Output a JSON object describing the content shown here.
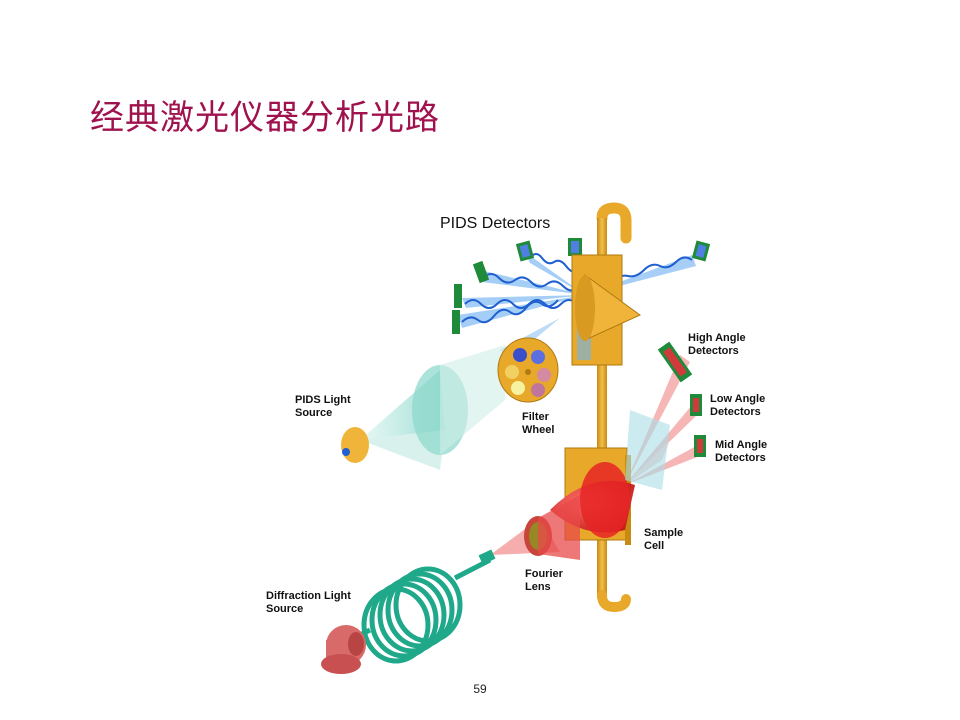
{
  "slide": {
    "title": "经典激光仪器分析光路",
    "page_number": "59"
  },
  "diagram": {
    "labels": {
      "pids_detectors": "PIDS Detectors",
      "high_angle_1": "High Angle",
      "high_angle_2": "Detectors",
      "low_angle_1": "Low Angle",
      "low_angle_2": "Detectors",
      "mid_angle_1": "Mid Angle",
      "mid_angle_2": "Detectors",
      "pids_light_1": "PIDS Light",
      "pids_light_2": "Source",
      "filter_1": "Filter",
      "filter_2": "Wheel",
      "sample_1": "Sample",
      "sample_2": "Cell",
      "fourier_1": "Fourier",
      "fourier_2": "Lens",
      "diffraction_1": "Diffraction Light",
      "diffraction_2": "Source"
    },
    "colors": {
      "frame": "#e8a82a",
      "coil": "#1fa889",
      "laser": "#e23a3a",
      "blue_beam": "#2a6fd6",
      "detector_green": "#1f8a3a"
    }
  }
}
